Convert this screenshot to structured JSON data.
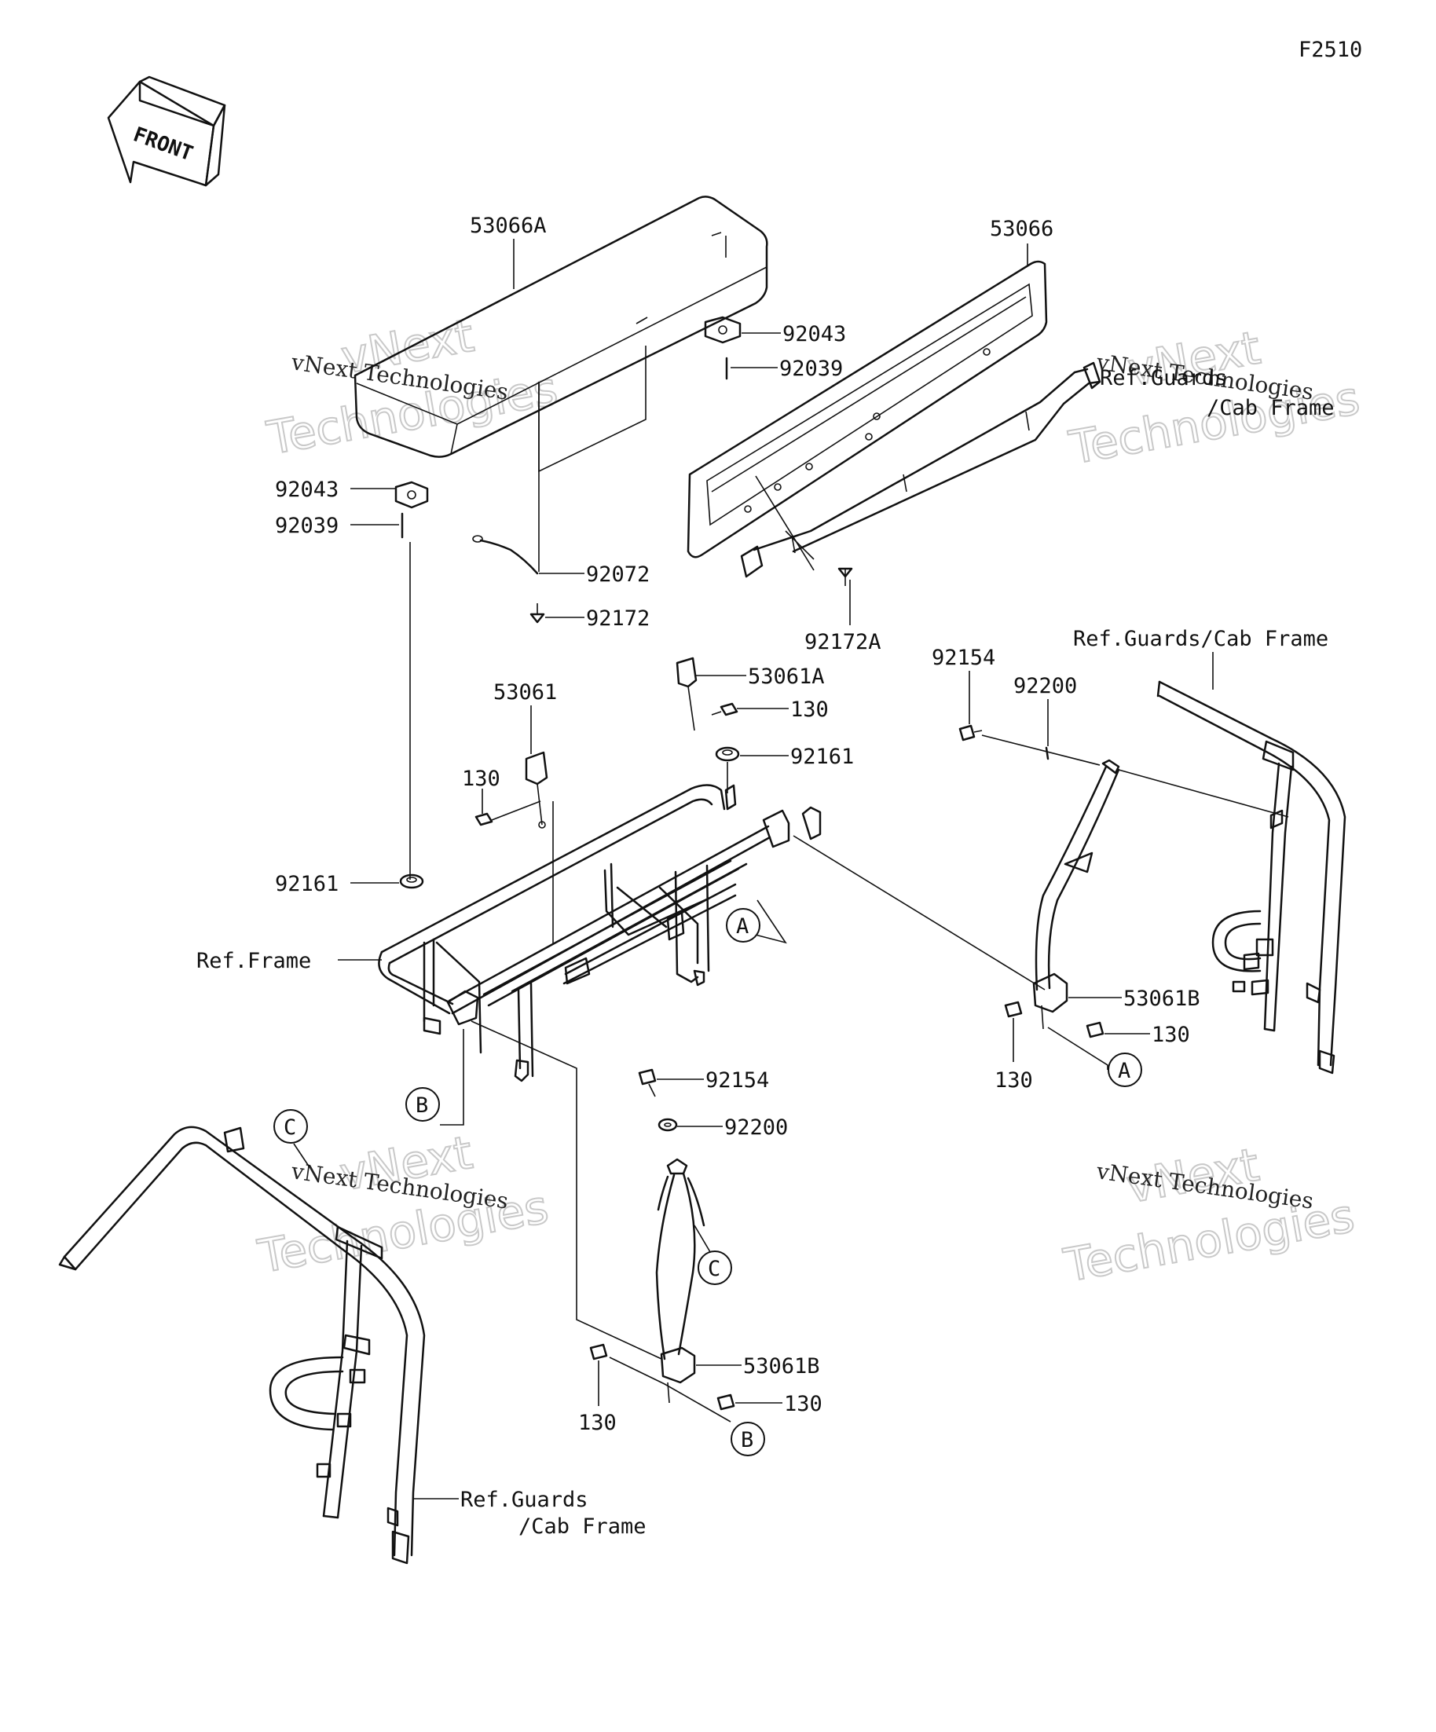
{
  "diagram_code": "F2510",
  "direction_label": "FRONT",
  "watermark": {
    "line1": "vNext Technologies",
    "line2": "vNext",
    "line3": "Technologies"
  },
  "callouts": {
    "a": "A",
    "b": "B",
    "c": "C"
  },
  "parts": {
    "seat_back_left": "53066A",
    "seat_back_right": "53066",
    "hinge_plate_top": "92043",
    "pin_top": "92039",
    "hinge_plate_left": "92043",
    "pin_left": "92039",
    "cable": "92072",
    "screw_left": "92172",
    "screw_right": "92172A",
    "buckle_center": "53061",
    "buckle_center_right": "53061A",
    "bolt_130_top": "130",
    "bolt_130_left": "130",
    "grommet_top": "92161",
    "grommet_left": "92161",
    "bolt_92154_right": "92154",
    "washer_92200_right": "92200",
    "retractor_right": "53061B",
    "bolt_130_right_a": "130",
    "bolt_130_right_b": "130",
    "bolt_92154_center": "92154",
    "washer_92200_center": "92200",
    "retractor_center": "53061B",
    "bolt_130_center_a": "130",
    "bolt_130_center_b": "130"
  },
  "refs": {
    "guards_right_top_1": "Ref.Guards",
    "guards_right_top_2": "/Cab Frame",
    "guards_right": "Ref.Guards/Cab Frame",
    "frame": "Ref.Frame",
    "guards_bottom_1": "Ref.Guards",
    "guards_bottom_2": "/Cab Frame"
  }
}
